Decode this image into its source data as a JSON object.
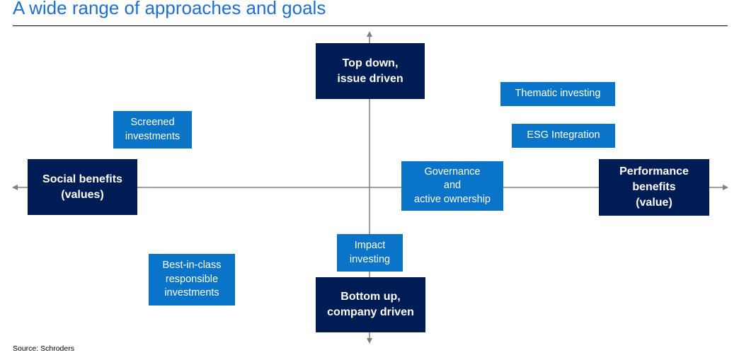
{
  "header": {
    "title": "A wide range of approaches and goals"
  },
  "colors": {
    "dark_box": "#001c54",
    "light_box": "#0a74c9",
    "title": "#1f6fd1",
    "axis": "#7f7f7f"
  },
  "axes": {
    "top": "Top down,\nissue driven",
    "bottom": "Bottom up,\ncompany driven",
    "left": "Social benefits\n(values)",
    "right": "Performance\nbenefits\n(value)"
  },
  "approaches": {
    "thematic": "Thematic investing",
    "esg": "ESG Integration",
    "screened": "Screened\ninvestments",
    "governance": "Governance\nand\nactive ownership",
    "impact": "Impact\ninvesting",
    "best_in_class": "Best-in-class\nresponsible\ninvestments"
  },
  "footer": {
    "source": "Source: Schroders"
  }
}
